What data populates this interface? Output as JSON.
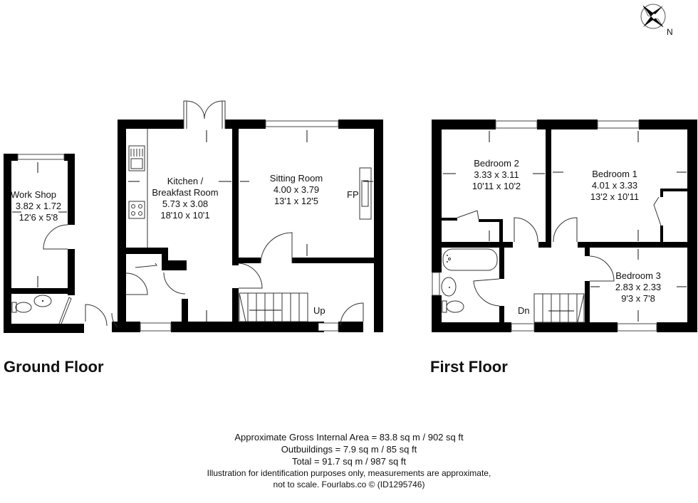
{
  "compass": {
    "label": "N"
  },
  "ground_floor": {
    "title": "Ground Floor",
    "rooms": {
      "workshop": {
        "name": "Work Shop",
        "metric": "3.82 x 1.72",
        "imperial": "12'6 x 5'8"
      },
      "kitchen": {
        "name_line1": "Kitchen /",
        "name_line2": "Breakfast Room",
        "metric": "5.73 x 3.08",
        "imperial": "18'10 x 10'1"
      },
      "sitting": {
        "name": "Sitting Room",
        "metric": "4.00 x 3.79",
        "imperial": "13'1 x 12'5"
      }
    },
    "fireplace_label": "FP",
    "stairs_label": "Up"
  },
  "first_floor": {
    "title": "First Floor",
    "rooms": {
      "bedroom2": {
        "name": "Bedroom 2",
        "metric": "3.33 x 3.11",
        "imperial": "10'11 x 10'2"
      },
      "bedroom1": {
        "name": "Bedroom 1",
        "metric": "4.01 x 3.33",
        "imperial": "13'2 x 10'11"
      },
      "bedroom3": {
        "name": "Bedroom 3",
        "metric": "2.83 x 2.33",
        "imperial": "9'3 x 7'8"
      }
    },
    "stairs_label": "Dn"
  },
  "footer": {
    "gross_area": "Approximate Gross Internal Area = 83.8 sq m / 902 sq ft",
    "outbuildings": "Outbuildings = 7.9 sq m / 85 sq ft",
    "total": "Total = 91.7 sq m / 987 sq ft",
    "disclaimer_line1": "Illustration for identification purposes only, measurements are approximate,",
    "disclaimer_line2": "not to scale. Fourlabs.co © (ID1295746)"
  }
}
